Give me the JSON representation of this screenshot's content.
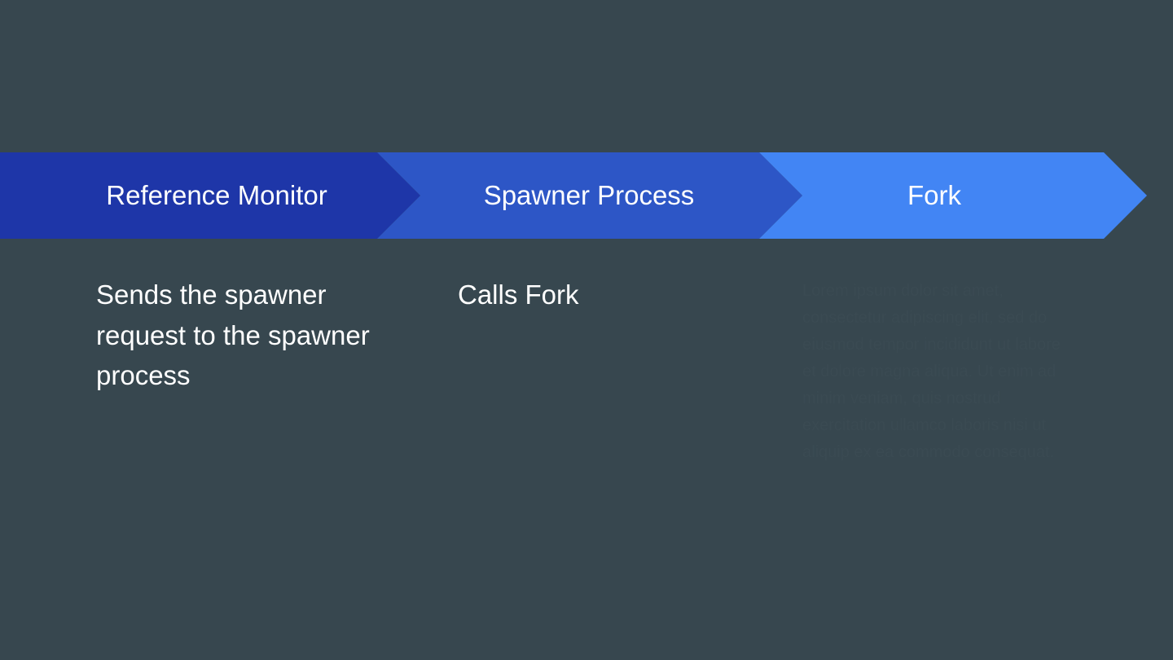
{
  "colors": {
    "background": "#37474f",
    "step1": "#1e36a8",
    "step2": "#2d56c6",
    "step3": "#4285f4",
    "text": "#ffffff",
    "faint_text": "#3a4a52"
  },
  "steps": [
    {
      "title": "Reference Monitor",
      "description": "Sends the spawner request to the spawner process"
    },
    {
      "title": "Spawner Process",
      "description": "Calls Fork"
    },
    {
      "title": "Fork",
      "description": "Lorem ipsum dolor sit amet, consectetur adipiscing elit, sed do eiusmod tempor incididunt ut labore et dolore magna aliqua. Ut enim ad minim veniam, quis nostrud exercitation ullamco laboris nisi ut aliquip ex ea commodo consequat."
    }
  ]
}
